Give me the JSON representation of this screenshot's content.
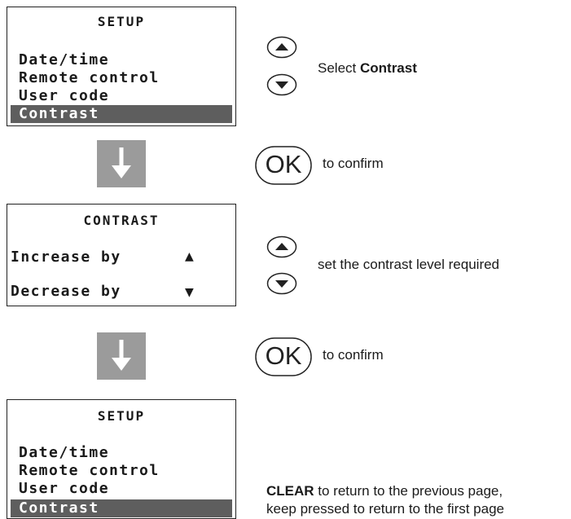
{
  "screen1": {
    "title": "SETUP",
    "items": [
      "Date/time",
      "Remote control",
      "User code",
      "Contrast"
    ]
  },
  "screen2": {
    "title": "CONTRAST",
    "increase": "Increase by",
    "decrease": "Decrease by",
    "up_symbol": "▲",
    "down_symbol": "▼"
  },
  "screen3": {
    "title": "SETUP",
    "items": [
      "Date/time",
      "Remote control",
      "User code",
      "Contrast"
    ]
  },
  "steps": {
    "select_prefix": "Select ",
    "select_bold": "Contrast",
    "confirm1": "to confirm",
    "set_level": "set the contrast level required",
    "confirm2": "to confirm",
    "clear_bold": "CLEAR",
    "clear_rest": " to return to the previous page,",
    "clear_line2": "keep pressed to return to the first page"
  },
  "buttons": {
    "ok_label": "OK"
  },
  "colors": {
    "highlight": "#5e5e5e",
    "arrow_fill": "#9b9b9b"
  }
}
